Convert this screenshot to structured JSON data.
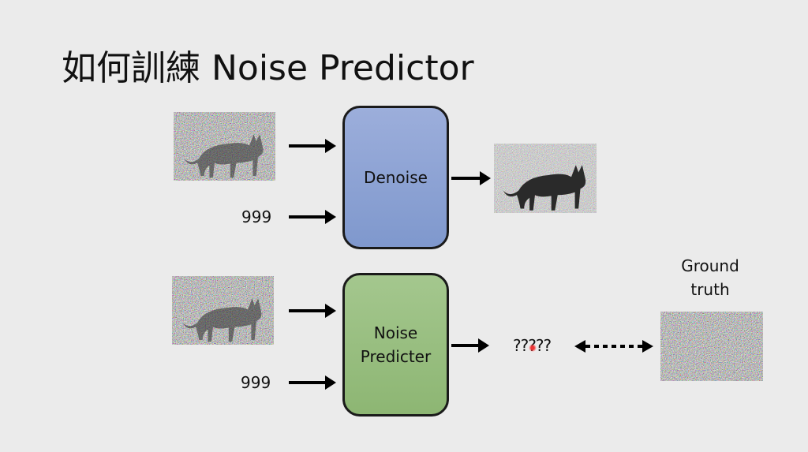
{
  "title": "如何訓練 Noise Predictor",
  "top_row": {
    "step_label": "999",
    "module_label": "Denoise"
  },
  "bottom_row": {
    "step_label": "999",
    "module_label_line1": "Noise",
    "module_label_line2": "Predicter",
    "output_text": "?????",
    "target_label_line1": "Ground",
    "target_label_line2": "truth"
  }
}
